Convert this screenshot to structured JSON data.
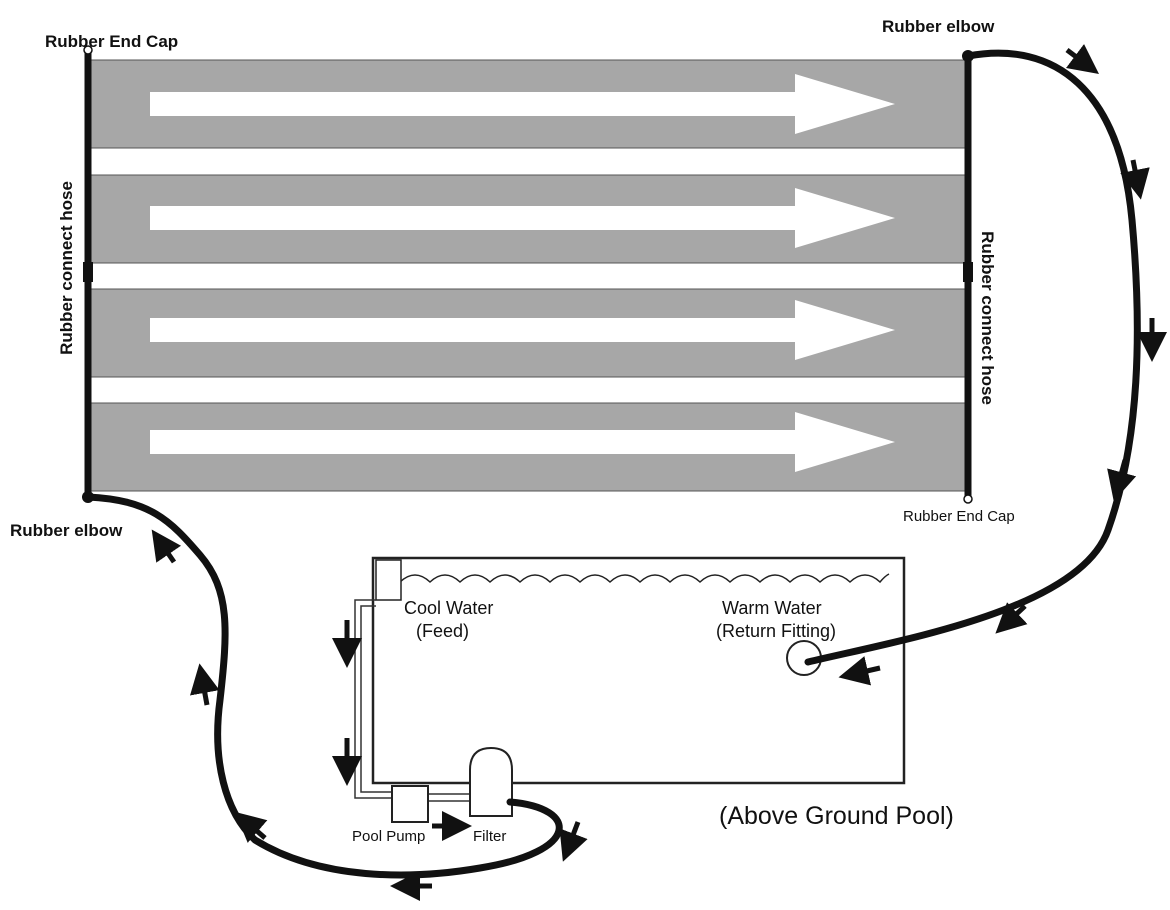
{
  "labels": {
    "end_cap_top_left": "Rubber End Cap",
    "elbow_top_right": "Rubber elbow",
    "connect_hose_left": "Rubber connect hose",
    "connect_hose_right": "Rubber connect hose",
    "end_cap_bottom_right": "Rubber End Cap",
    "elbow_bottom_left": "Rubber elbow",
    "cool_water_line1": "Cool Water",
    "cool_water_line2": "(Feed)",
    "warm_water_line1": "Warm Water",
    "warm_water_line2": "(Return Fitting)",
    "pool_pump": "Pool Pump",
    "filter": "Filter",
    "pool_caption": "(Above Ground Pool)"
  },
  "colors": {
    "panel_fill": "#a7a7a7",
    "panel_arrow": "#ffffff",
    "hose": "#111111",
    "line": "#222222",
    "background": "#ffffff"
  },
  "panels": {
    "count": 4
  }
}
